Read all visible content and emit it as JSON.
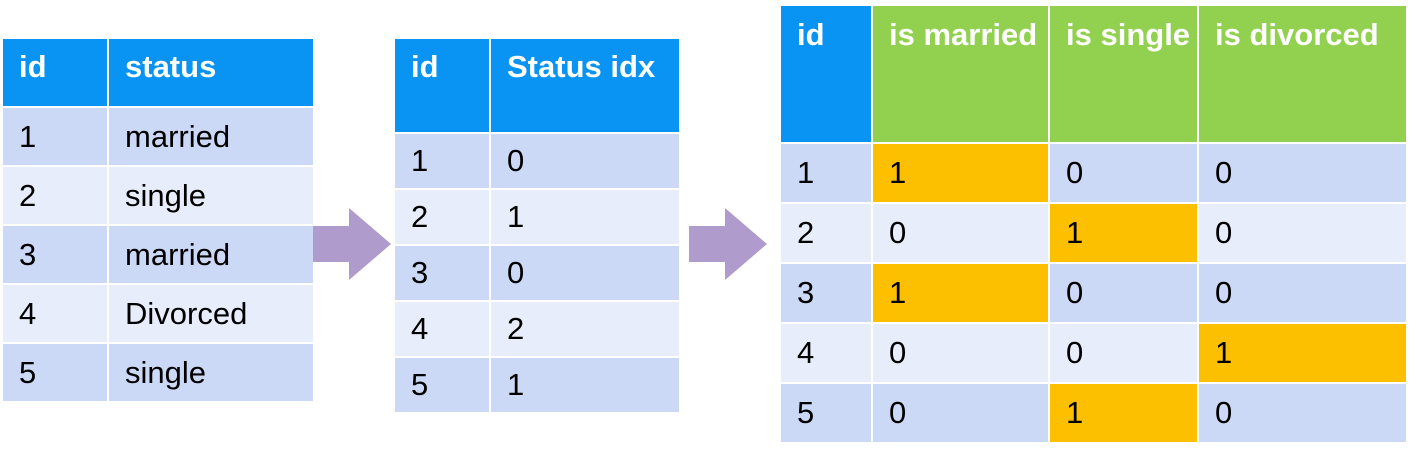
{
  "tables": {
    "raw": {
      "headers": [
        "id",
        "status"
      ],
      "rows": [
        [
          "1",
          "married"
        ],
        [
          "2",
          "single"
        ],
        [
          "3",
          "married"
        ],
        [
          "4",
          "Divorced"
        ],
        [
          "5",
          "single"
        ]
      ]
    },
    "indexed": {
      "headers": [
        "id",
        "Status idx"
      ],
      "rows": [
        [
          "1",
          "0"
        ],
        [
          "2",
          "1"
        ],
        [
          "3",
          "0"
        ],
        [
          "4",
          "2"
        ],
        [
          "5",
          "1"
        ]
      ]
    },
    "onehot": {
      "headers": [
        "id",
        "is married",
        "is single",
        "is divorced"
      ],
      "rows": [
        [
          "1",
          "1",
          "0",
          "0"
        ],
        [
          "2",
          "0",
          "1",
          "0"
        ],
        [
          "3",
          "1",
          "0",
          "0"
        ],
        [
          "4",
          "0",
          "0",
          "1"
        ],
        [
          "5",
          "0",
          "1",
          "0"
        ]
      ]
    }
  },
  "colors": {
    "header_blue": "#0993f3",
    "header_green": "#92d14f",
    "row_dark": "#cbd8f6",
    "row_light": "#e7edfa",
    "hot_cell": "#fdc000",
    "arrow": "#b09ccc"
  },
  "icons": [
    "arrow-right-icon",
    "arrow-right-icon"
  ]
}
